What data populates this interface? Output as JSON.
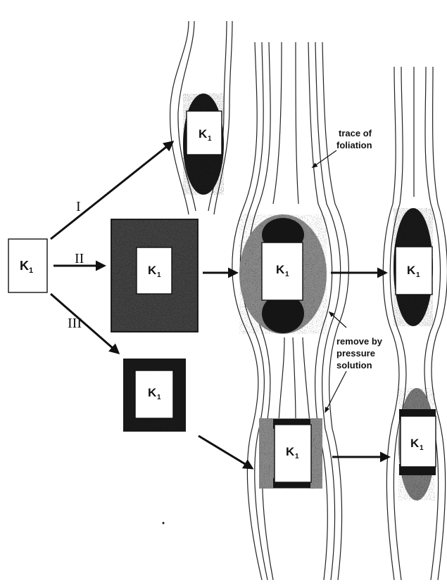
{
  "labels": {
    "k1": "K",
    "k1_sub": "1",
    "path_I": "I",
    "path_II": "II",
    "path_III": "III",
    "foliation_line1": "trace of",
    "foliation_line2": "foliation",
    "pressure_line1": "remove by",
    "pressure_line2": "pressure",
    "pressure_line3": "solution"
  },
  "colors": {
    "ink": "#111111",
    "dense_shadow": "#1a1a1a",
    "stipple": "#333333"
  }
}
